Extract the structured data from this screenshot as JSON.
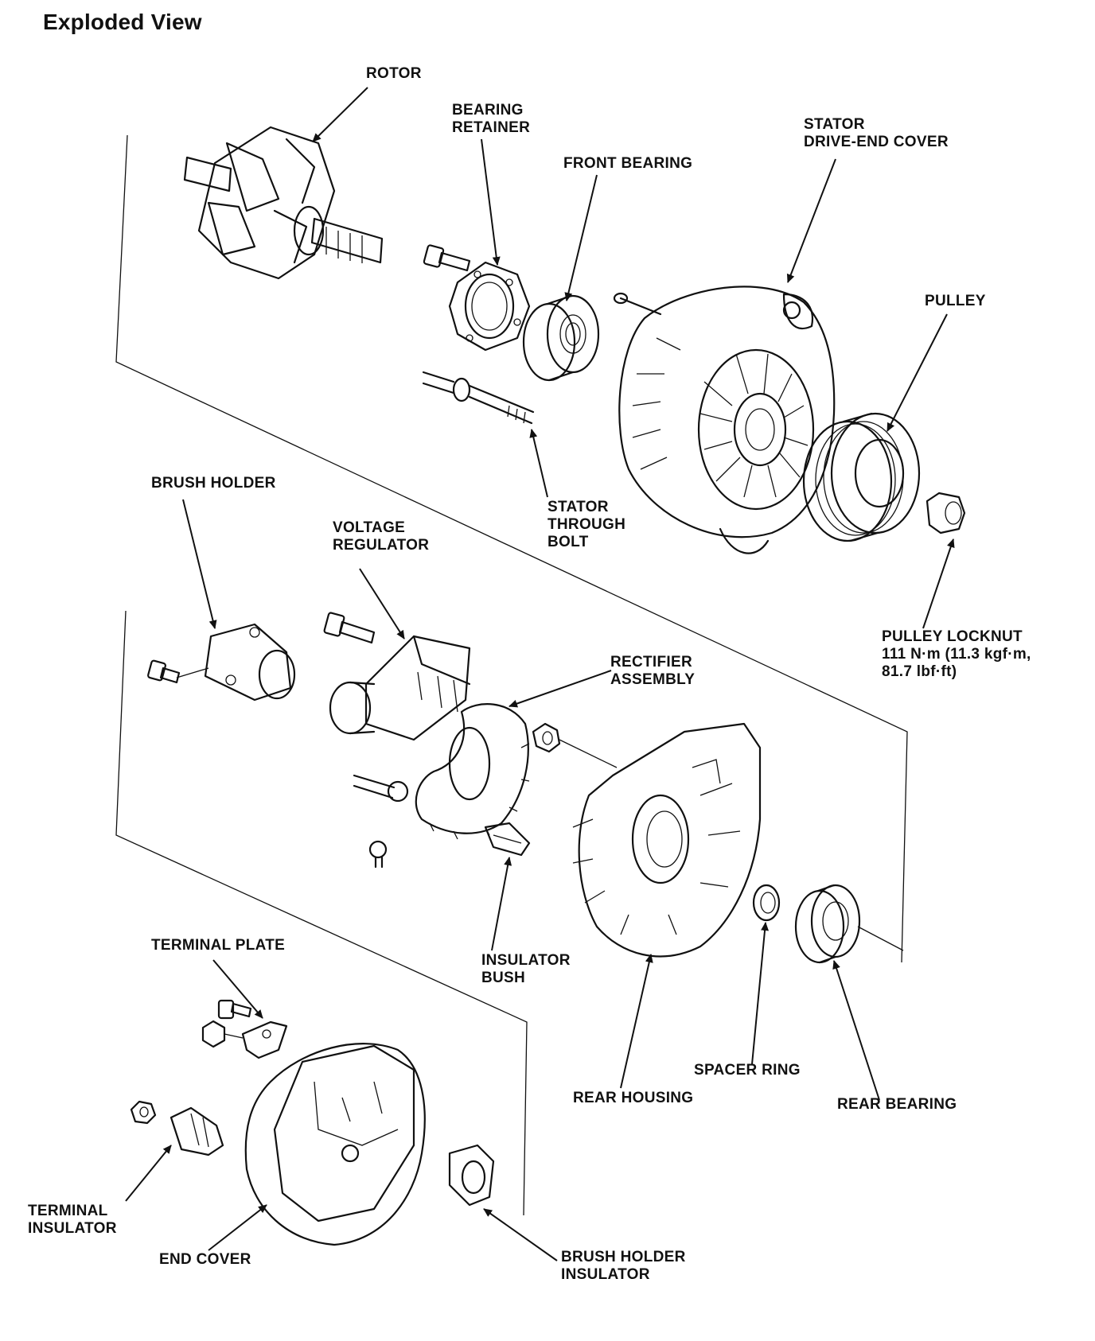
{
  "title": "Exploded View",
  "labels": {
    "rotor": "ROTOR",
    "bearing_retainer": "BEARING\nRETAINER",
    "front_bearing": "FRONT BEARING",
    "stator_drive_end_cover": "STATOR\nDRIVE-END COVER",
    "pulley": "PULLEY",
    "stator_through_bolt": "STATOR\nTHROUGH\nBOLT",
    "pulley_locknut": "PULLEY LOCKNUT\n111 N·m (11.3 kgf·m,\n81.7 lbf·ft)",
    "brush_holder": "BRUSH HOLDER",
    "voltage_regulator": "VOLTAGE\nREGULATOR",
    "rectifier_assembly": "RECTIFIER\nASSEMBLY",
    "insulator_bush": "INSULATOR\nBUSH",
    "rear_housing": "REAR HOUSING",
    "spacer_ring": "SPACER RING",
    "rear_bearing": "REAR BEARING",
    "terminal_plate": "TERMINAL PLATE",
    "terminal_insulator": "TERMINAL\nINSULATOR",
    "end_cover": "END COVER",
    "brush_holder_insulator": "BRUSH HOLDER\nINSULATOR"
  }
}
